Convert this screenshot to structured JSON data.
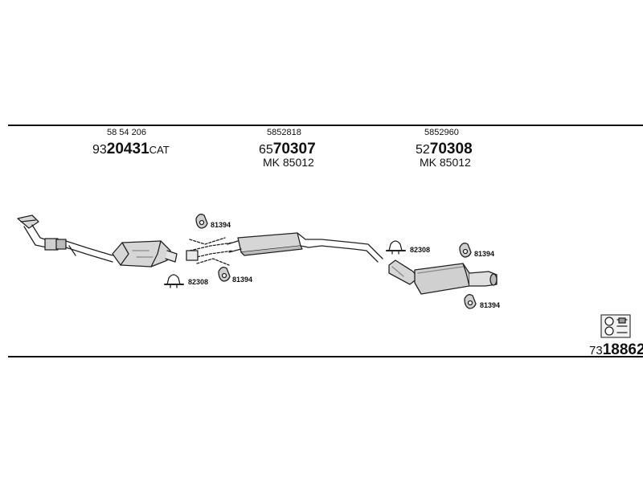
{
  "groups": [
    {
      "ref": "58 54 206",
      "code_prefix": "93",
      "code_main": "20431",
      "code_suffix": "CAT",
      "kit": ""
    },
    {
      "ref": "5852818",
      "code_prefix": "65",
      "code_main": "70307",
      "code_suffix": "",
      "kit": "MK  85012"
    },
    {
      "ref": "5852960",
      "code_prefix": "52",
      "code_main": "70308",
      "code_suffix": "",
      "kit": "MK  85012"
    }
  ],
  "parts": {
    "hanger_a": "81394",
    "hanger_b": "81394",
    "clamp_a": "82308",
    "clamp_b": "82308",
    "hanger_c": "81394",
    "hanger_d": "81394"
  },
  "diagram_code": {
    "prefix": "73",
    "main": "18862"
  }
}
